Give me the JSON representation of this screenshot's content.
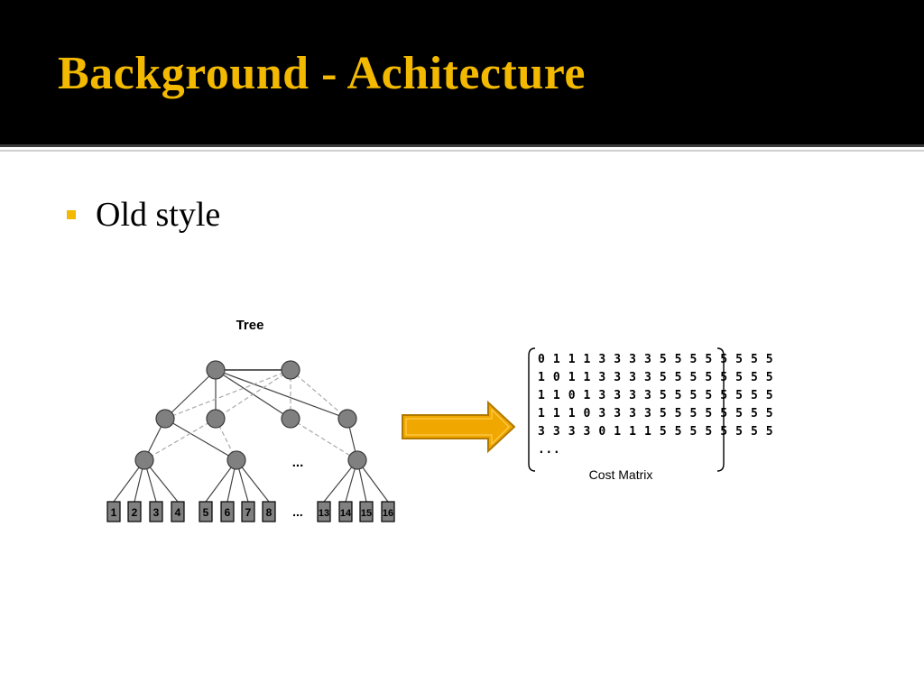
{
  "slide": {
    "title": "Background - Achitecture",
    "bullets": [
      "Old style"
    ]
  },
  "diagram": {
    "tree_label": "Tree",
    "leaf_labels": [
      "1",
      "2",
      "3",
      "4",
      "5",
      "6",
      "7",
      "8",
      "13",
      "14",
      "15",
      "16"
    ],
    "ellipsis_mid": "...",
    "ellipsis_leaves": "...",
    "matrix_rows": [
      "0111333355555555",
      "1011333355555555",
      "1101333355555555",
      "1110333355555555",
      "3333011155555555",
      "..."
    ],
    "matrix_label": "Cost Matrix"
  },
  "colors": {
    "title_bg": "#000000",
    "title_text": "#f2b900",
    "bullet": "#f2b900",
    "node_fill": "#808080",
    "arrow_fill": "#f0a800",
    "arrow_stroke": "#b07800"
  }
}
